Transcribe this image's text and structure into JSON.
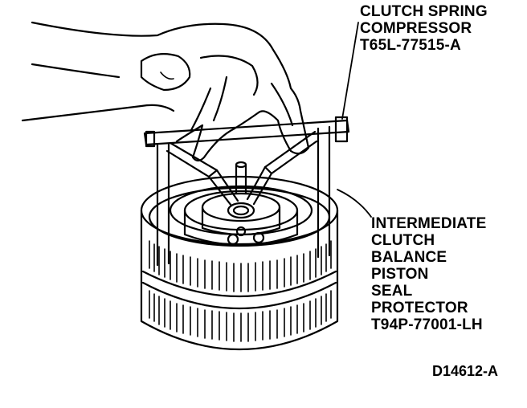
{
  "labels": {
    "compressor": [
      "CLUTCH SPRING",
      "COMPRESSOR",
      "T65L-77515-A"
    ],
    "protector": [
      "INTERMEDIATE",
      "CLUTCH",
      "BALANCE",
      "PISTON",
      "SEAL",
      "PROTECTOR",
      "T94P-77001-LH"
    ]
  },
  "figure_id": "D14612-A",
  "colors": {
    "ink": "#000000",
    "paper": "#ffffff"
  }
}
